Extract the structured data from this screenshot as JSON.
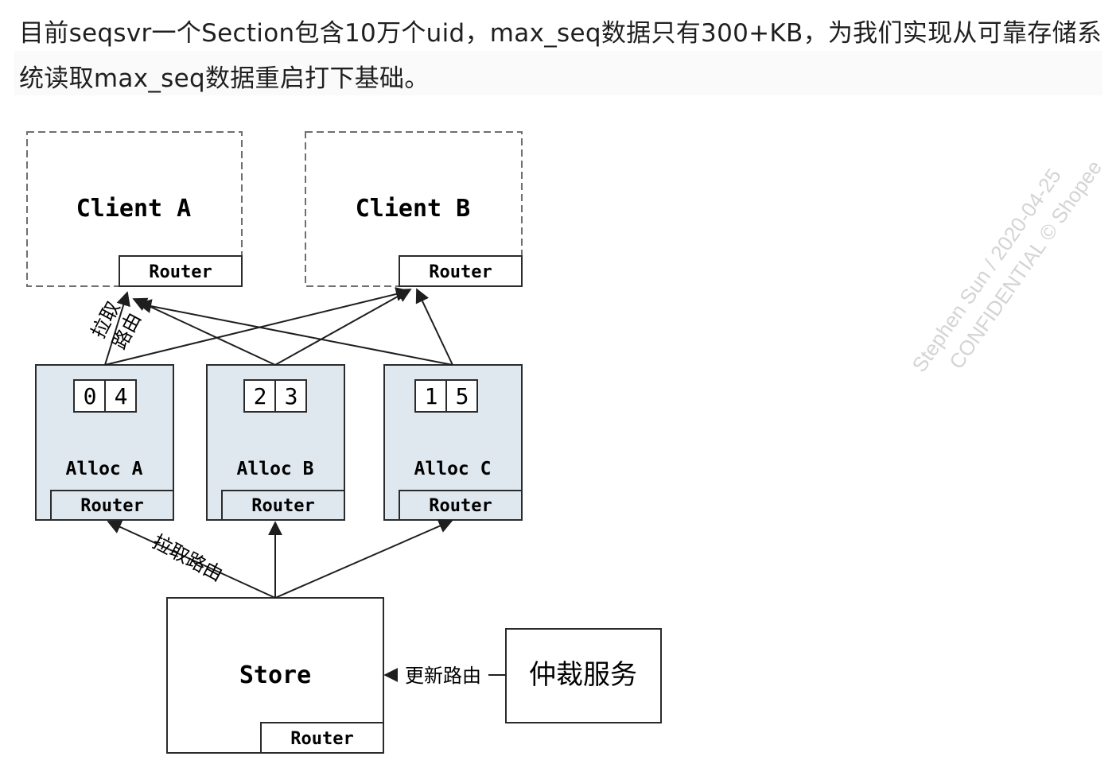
{
  "paragraph": "目前seqsvr一个Section包含10万个uid，max_seq数据只有300+KB，为我们实现从可靠存储系统读取max_seq数据重启打下基础。",
  "diagram": {
    "client_a": "Client A",
    "client_b": "Client B",
    "router": "Router",
    "alloc_a": "Alloc A",
    "alloc_b": "Alloc B",
    "alloc_c": "Alloc C",
    "alloc_a_sections": [
      "0",
      "4"
    ],
    "alloc_b_sections": [
      "2",
      "3"
    ],
    "alloc_c_sections": [
      "1",
      "5"
    ],
    "store": "Store",
    "arbiter": "仲裁服务",
    "pull_route_lower": "拉取路由",
    "pull_route_upper_1": "拉取",
    "pull_route_upper_2": "路由",
    "update_route": "更新路由",
    "colors": {
      "alloc_fill": "#dfe8ef",
      "line": "#2b2b2b",
      "dashed": "#6f6f6f"
    }
  },
  "watermark": {
    "line1": "Stephen Sun / 2020-04-25",
    "line2": "CONFIDENTIAL © Shopee"
  }
}
